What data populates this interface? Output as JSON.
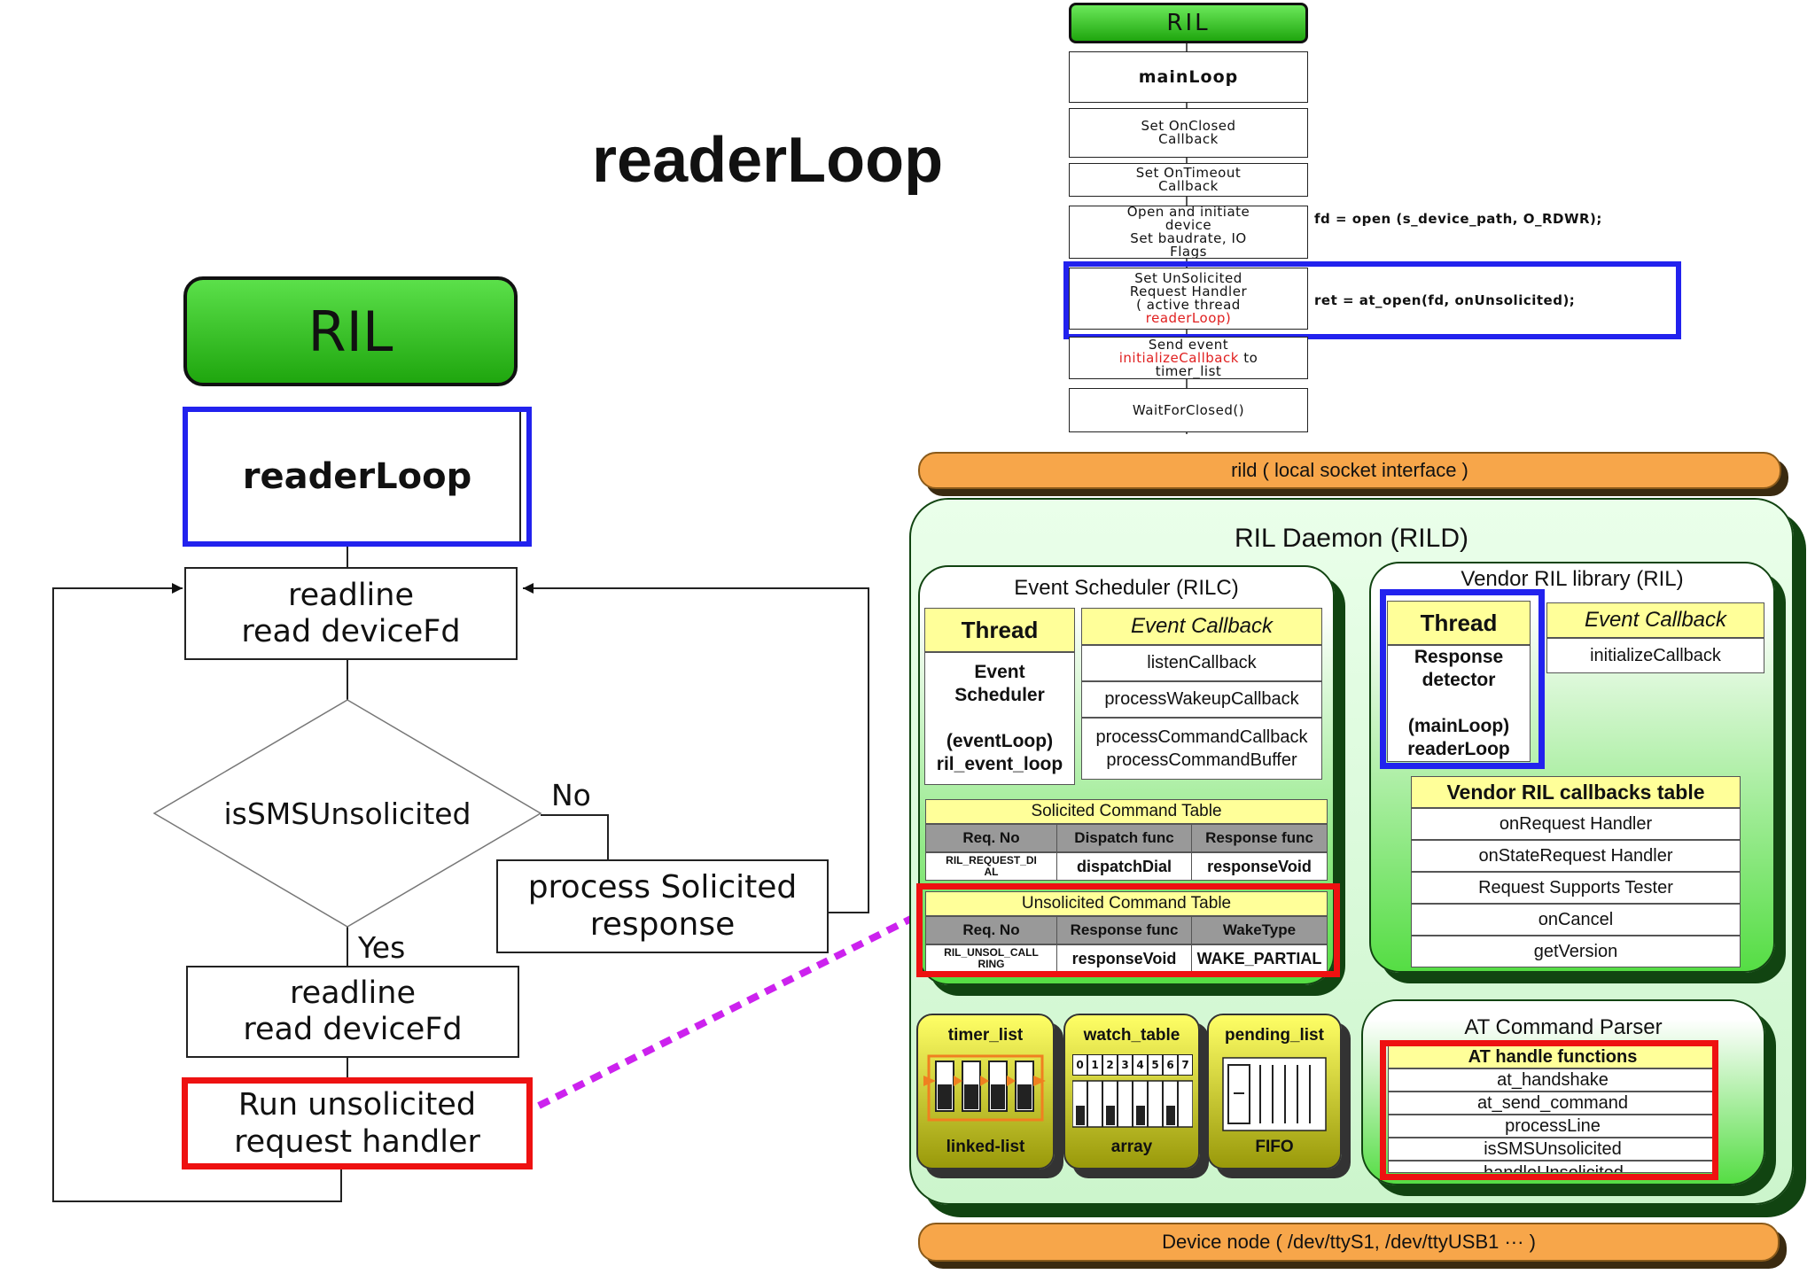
{
  "title": "readerLoop",
  "flow": {
    "ril": "RIL",
    "readerloop": "readerLoop",
    "readline1": [
      "readline",
      "read deviceFd"
    ],
    "decision": "isSMSUnsolicited",
    "no": "No",
    "yes": "Yes",
    "process": [
      "process Solicited",
      "response"
    ],
    "readline2": [
      "readline",
      "read deviceFd"
    ],
    "run": [
      "Run unsolicited",
      "request handler"
    ]
  },
  "mainloop": {
    "ril": "RIL",
    "main": "mainLoop",
    "steps": [
      [
        "Set OnClosed",
        "Callback"
      ],
      [
        "Set OnTimeout",
        "Callback"
      ],
      [
        "Open and initiate",
        "device",
        "Set baudrate, IO",
        "Flags"
      ],
      [
        "Set UnSolicited",
        "Request Handler",
        "( active thread"
      ],
      [
        "WaitForClosed()"
      ]
    ],
    "step4_red": "readerLoop)",
    "step5": {
      "pre": "Send event",
      "red": "initializeCallback",
      "post": "to",
      "last": "timer_list"
    },
    "fd_code": "fd = open (s_device_path, O_RDWR);",
    "ret_code": "ret = at_open(fd, onUnsolicited);"
  },
  "rild": {
    "socket": "rild ( local socket interface )",
    "title": "RIL Daemon (RILD)",
    "device": "Device node ( /dev/ttyS1, /dev/ttyUSB1 ··· )",
    "rilc": {
      "title": "Event Scheduler (RILC)",
      "thread_h": "Thread",
      "cb_h": "Event Callback",
      "thread_body": [
        "Event",
        "Scheduler",
        "(eventLoop)",
        "ril_event_loop"
      ],
      "callbacks": [
        "listenCallback",
        "processWakeupCallback",
        "processCommandCallback",
        "processCommandBuffer"
      ],
      "sol_title": "Solicited Command Table",
      "sol_headers": [
        "Req. No",
        "Dispatch func",
        "Response func"
      ],
      "sol_row": [
        "RIL_REQUEST_DI",
        "AL",
        "dispatchDial",
        "responseVoid"
      ],
      "unsol_title": "Unsolicited Command Table",
      "unsol_headers": [
        "Req. No",
        "Response func",
        "WakeType"
      ],
      "unsol_row": [
        "RIL_UNSOL_CALL",
        "RING",
        "responseVoid",
        "WAKE_PARTIAL"
      ]
    },
    "vendor": {
      "title": "Vendor RIL library (RIL)",
      "thread_h": "Thread",
      "cb_h": "Event Callback",
      "thread_body": [
        "Response",
        "detector",
        "(mainLoop)",
        "readerLoop"
      ],
      "callback": "initializeCallback",
      "table_title": "Vendor RIL callbacks table",
      "table_rows": [
        "onRequest Handler",
        "onStateRequest Handler",
        "Request Supports Tester",
        "onCancel",
        "getVersion"
      ]
    },
    "timer": {
      "title": "timer_list",
      "label": "linked-list"
    },
    "watch": {
      "title": "watch_table",
      "label": "array",
      "digits": [
        "0",
        "1",
        "2",
        "3",
        "4",
        "5",
        "6",
        "7"
      ]
    },
    "pending": {
      "title": "pending_list",
      "label": "FIFO"
    },
    "at": {
      "title": "AT Command Parser",
      "header": "AT handle functions",
      "rows": [
        "at_handshake",
        "at_send_command",
        "processLine",
        "isSMSUnsolicited",
        "handleUnsolicited"
      ]
    }
  },
  "colors": {
    "green": "#22bb11",
    "blue": "#2222ee",
    "red": "#ee1111",
    "orange": "#f7a64a",
    "purple": "#cc22ee",
    "yellow": "#ffff99"
  }
}
